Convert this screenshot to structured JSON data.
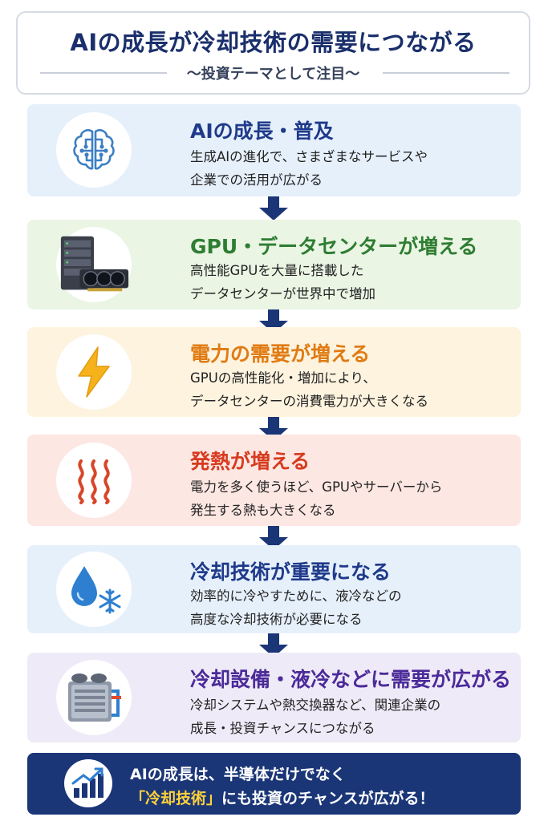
{
  "header": {
    "title": "AIの成長が冷却技術の需要につながる",
    "subtitle": "〜投資テーマとして注目〜"
  },
  "steps": [
    {
      "title": "AIの成長・普及",
      "desc1": "生成AIの進化で、さまざまなサービスや",
      "desc2": "企業での活用が広がる",
      "icon": "brain-circuit-icon",
      "title_color": "#1f3a8a",
      "bg": "#e6f0fb"
    },
    {
      "title": "GPU・データセンターが増える",
      "desc1": "高性能GPUを大量に搭載した",
      "desc2": "データセンターが世界中で増加",
      "icon": "server-gpu-icon",
      "title_color": "#2e7d32",
      "bg": "#eaf5e4"
    },
    {
      "title": "電力の需要が増える",
      "desc1": "GPUの高性能化・増加により、",
      "desc2": "データセンターの消費電力が大きくなる",
      "icon": "lightning-bolt-icon",
      "title_color": "#e07b12",
      "bg": "#fdf3df"
    },
    {
      "title": "発熱が増える",
      "desc1": "電力を多く使うほど、GPUやサーバーから",
      "desc2": "発生する熱も大きくなる",
      "icon": "heat-waves-icon",
      "title_color": "#d63b1f",
      "bg": "#fde7e3"
    },
    {
      "title": "冷却技術が重要になる",
      "desc1": "効率的に冷やすために、液冷などの",
      "desc2": "高度な冷却技術が必要になる",
      "icon": "water-drop-snowflake-icon",
      "title_color": "#1f3a8a",
      "bg": "#e6f0fb"
    },
    {
      "title": "冷却設備・液冷などに需要が広がる",
      "desc1": "冷却システムや熱交換器など、関連企業の",
      "desc2": "成長・投資チャンスにつながる",
      "icon": "cooling-unit-icon",
      "title_color": "#4b2a99",
      "bg": "#eeeaf7"
    }
  ],
  "footer": {
    "line1": "AIの成長は、半導体だけでなく",
    "line2_highlight": "「冷却技術」",
    "line2_rest": "にも投資のチャンスが広がる！",
    "icon": "growth-chart-icon",
    "bg": "#1b3677",
    "highlight_color": "#ffd23c"
  },
  "colors": {
    "arrow": "#1b3677",
    "header_text": "#1a2f6b"
  }
}
